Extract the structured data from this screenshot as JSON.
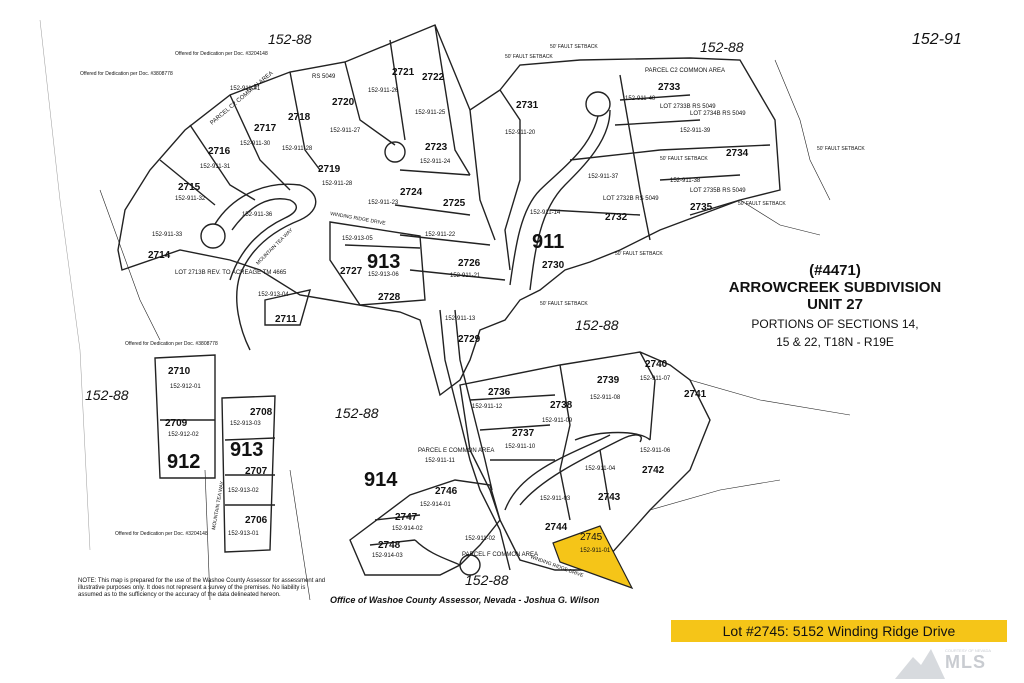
{
  "map": {
    "book_labels": [
      "152-88",
      "152-88",
      "152-91",
      "152-88",
      "152-88",
      "152-88",
      "152-88"
    ],
    "parcels": [
      {
        "lot": "2721"
      },
      {
        "lot": "2722"
      },
      {
        "lot": "2720"
      },
      {
        "lot": "2718"
      },
      {
        "lot": "2717"
      },
      {
        "lot": "2716"
      },
      {
        "lot": "2715"
      },
      {
        "lot": "2714"
      },
      {
        "lot": "2719"
      },
      {
        "lot": "2723"
      },
      {
        "lot": "2724"
      },
      {
        "lot": "2725"
      },
      {
        "lot": "2726"
      },
      {
        "lot": "2727"
      },
      {
        "lot": "2728"
      },
      {
        "lot": "2711"
      },
      {
        "lot": "2731"
      },
      {
        "lot": "2733"
      },
      {
        "lot": "2734"
      },
      {
        "lot": "2735"
      },
      {
        "lot": "2732"
      },
      {
        "lot": "2730"
      },
      {
        "lot": "2729"
      },
      {
        "lot": "2710"
      },
      {
        "lot": "2709"
      },
      {
        "lot": "2708"
      },
      {
        "lot": "2707"
      },
      {
        "lot": "2706"
      },
      {
        "lot": "2736"
      },
      {
        "lot": "2737"
      },
      {
        "lot": "2738"
      },
      {
        "lot": "2739"
      },
      {
        "lot": "2740"
      },
      {
        "lot": "2741"
      },
      {
        "lot": "2742"
      },
      {
        "lot": "2743"
      },
      {
        "lot": "2744"
      },
      {
        "lot": "2745"
      },
      {
        "lot": "2746"
      },
      {
        "lot": "2747"
      },
      {
        "lot": "2748"
      }
    ],
    "apns": [
      "152-911-41",
      "152-911-26",
      "RS 5049",
      "152-911-27",
      "152-911-25",
      "152-911-30",
      "152-911-28",
      "152-911-31",
      "152-911-24",
      "152-911-32",
      "152-911-28",
      "152-911-23",
      "152-911-36",
      "152-911-33",
      "152-913-05",
      "152-911-22",
      "152-913-06",
      "152-911-21",
      "152-913-04",
      "152-911-13",
      "152-911-20",
      "152-911-40",
      "152-911-39",
      "152-911-37",
      "152-911-38",
      "152-911-14",
      "152-912-01",
      "152-912-02",
      "152-913-03",
      "152-913-02",
      "152-913-01",
      "152-911-12",
      "152-911-09",
      "152-911-10",
      "152-911-11",
      "152-911-07",
      "152-911-08",
      "152-911-06",
      "152-911-04",
      "152-911-03",
      "152-914-01",
      "152-914-02",
      "152-914-03",
      "152-911-02",
      "152-911-01"
    ],
    "block_numbers": [
      "913",
      "911",
      "912",
      "913",
      "914"
    ],
    "common_areas": [
      "PARCEL C2 COMMON AREA",
      "PARCEL C2 COMMON AREA",
      "PARCEL E COMMON AREA",
      "PARCEL F COMMON AREA"
    ],
    "lot_rs": [
      "LOT 2733B RS 5049",
      "LOT 2734B RS 5049",
      "LOT 2735B RS 5049",
      "LOT 2732B RS 5049",
      "LOT 2713B REV. TO ACREAGE TM 4665"
    ],
    "setbacks": [
      "50' FAULT SETBACK",
      "50' FAULT SETBACK",
      "50' FAULT SETBACK",
      "50' FAULT SETBACK",
      "50' FAULT SETBACK",
      "50' FAULT SETBACK",
      "50' FAULT SETBACK"
    ],
    "dedications": [
      "Offered for Dedication per Doc. #3204148",
      "Offered for Dedication per Doc. #3808778",
      "Offered for Dedication per Doc. #3808778",
      "Offered for Dedication per Doc. #3204148"
    ],
    "roads": [
      "WINDING RIDGE DRIVE",
      "MOUNTAIN TEA WAY",
      "MOUNTAIN TEA WAY",
      "WINDING RIDGE DRIVE"
    ],
    "highlight_color": "#f5c518"
  },
  "title": {
    "number": "(#4471)",
    "line1": "ARROWCREEK SUBDIVISION",
    "line2": "UNIT 27",
    "line3": "PORTIONS OF SECTIONS 14,",
    "line4": "15 & 22, T18N - R19E"
  },
  "note": "NOTE: This map is prepared for the use of the Washoe County Assessor for assessment and illustrative purposes only. It does not represent a survey of the premises. No liability is assumed as to the sufficiency or the accuracy of the data delineated hereon.",
  "office": "Office of Washoe County Assessor, Nevada - Joshua G. Wilson",
  "banner": "Lot #2745: 5152 Winding Ridge Drive",
  "watermark": "MLS",
  "watermark_small": "COURTESY OF NEVADA"
}
